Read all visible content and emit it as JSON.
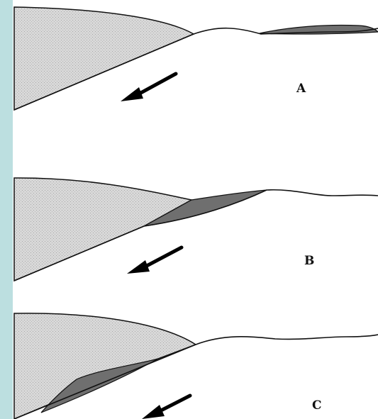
{
  "colors": {
    "side_bar": "#bcdfe0",
    "light_fill": "#d8d8d8",
    "dark_fill": "#6f6f6f",
    "stroke": "#111111",
    "arrow": "#000000"
  },
  "panels": [
    {
      "label": "A"
    },
    {
      "label": "B"
    },
    {
      "label": "C"
    }
  ]
}
